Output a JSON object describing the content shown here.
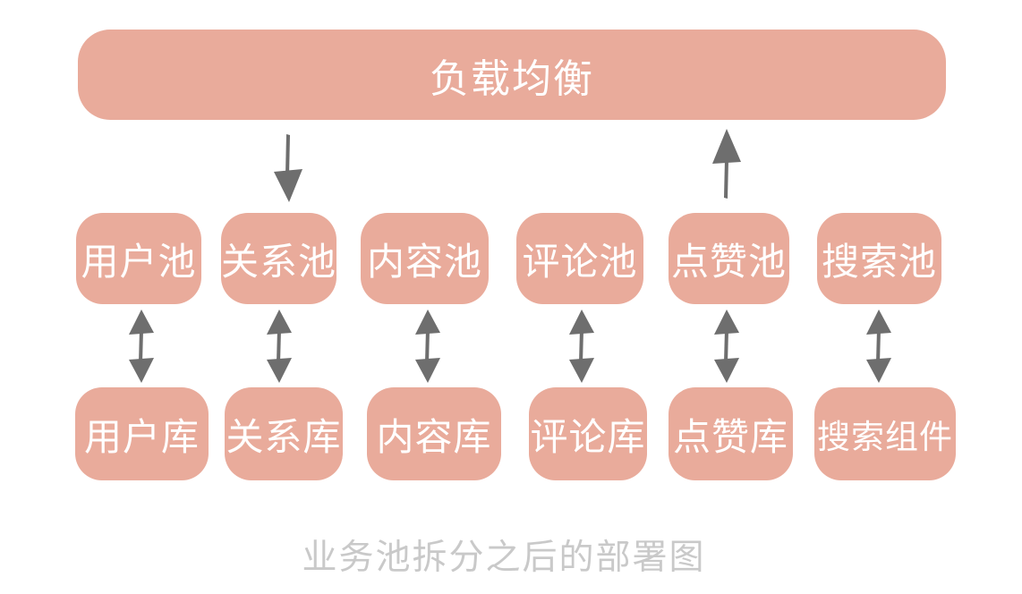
{
  "colors": {
    "node_fill": "#E9AB9B",
    "node_text": "#FFFFFF",
    "arrow": "#6E6E6E",
    "caption_text": "#C9C9C9",
    "background": "#FFFFFF"
  },
  "diagram": {
    "load_balancer_label": "负载均衡",
    "pool_row": [
      "用户池",
      "关系池",
      "内容池",
      "评论池",
      "点赞池",
      "搜索池"
    ],
    "store_row": [
      "用户库",
      "关系库",
      "内容库",
      "评论库",
      "点赞库",
      "搜索组件"
    ],
    "caption": "业务池拆分之后的部署图",
    "connections": {
      "lb_to_pools": "down-arrow",
      "pools_to_lb": "up-arrow",
      "pool_to_store": "bidirectional-arrow"
    }
  }
}
